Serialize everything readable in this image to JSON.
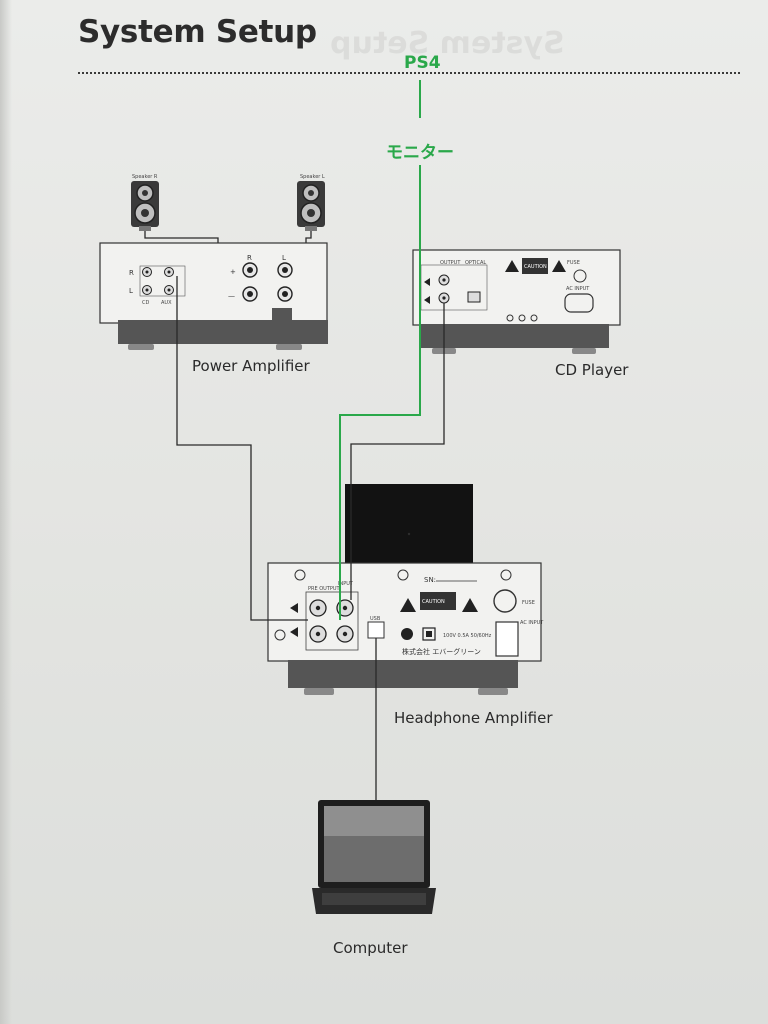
{
  "page": {
    "title": "System Setup",
    "overlay_labels": {
      "top": "PS4",
      "middle": "モニター"
    }
  },
  "devices": {
    "power_amplifier": {
      "label": "Power Amplifier",
      "speaker_right_label": "Speaker R",
      "speaker_left_label": "Speaker L",
      "jack_labels": {
        "r": "R",
        "l": "L",
        "cd": "CD",
        "aux": "AUX"
      },
      "terminal_labels": {
        "plus": "+",
        "minus": "—",
        "r": "R",
        "l": "L"
      }
    },
    "cd_player": {
      "label": "CD Player",
      "jack_labels": {
        "output": "OUTPUT",
        "optical": "OPTICAL",
        "ac_input": "AC INPUT",
        "fuse": "FUSE"
      },
      "caution_label": "CAUTION"
    },
    "headphone_amplifier": {
      "label": "Headphone Amplifier",
      "sn_label": "SN:",
      "pre_output_label": "PRE OUTPUT",
      "input_label": "INPUT",
      "usb_label": "USB",
      "fuse_label": "FUSE",
      "ac_input_label": "AC INPUT",
      "caution_label": "CAUTION",
      "power_rating": "100V 0.5A 50/60Hz",
      "maker_name": "株式会社 エバーグリーン"
    },
    "computer": {
      "label": "Computer"
    }
  },
  "colors": {
    "overlay_green": "#2aa84a",
    "cable": "#2a2a2a",
    "ink": "#2c2c2c"
  }
}
